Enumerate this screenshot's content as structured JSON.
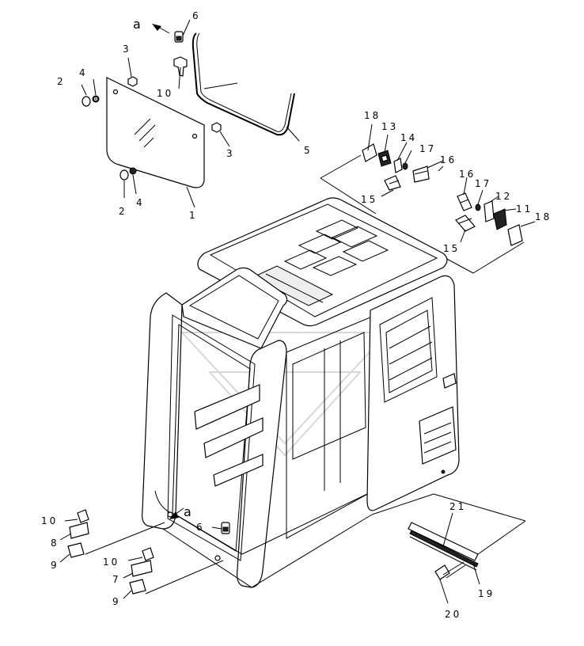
{
  "view_marker": "a",
  "callouts": {
    "c1": "1",
    "c2a": "2",
    "c2b": "2",
    "c3a": "3",
    "c3b": "3",
    "c4a": "4",
    "c4b": "4",
    "c5": "5",
    "c6a": "6",
    "c6b": "6",
    "c7": "7",
    "c8": "8",
    "c9a": "9",
    "c9b": "9",
    "c10a": "10",
    "c10b": "10",
    "c10c": "10",
    "c11": "11",
    "c12": "12",
    "c13": "13",
    "c14": "14",
    "c15a": "15",
    "c15b": "15",
    "c16a": "16",
    "c16b": "16",
    "c17a": "17",
    "c17b": "17",
    "c18a": "18",
    "c18b": "18",
    "c19": "19",
    "c20": "20",
    "c21": "21"
  }
}
